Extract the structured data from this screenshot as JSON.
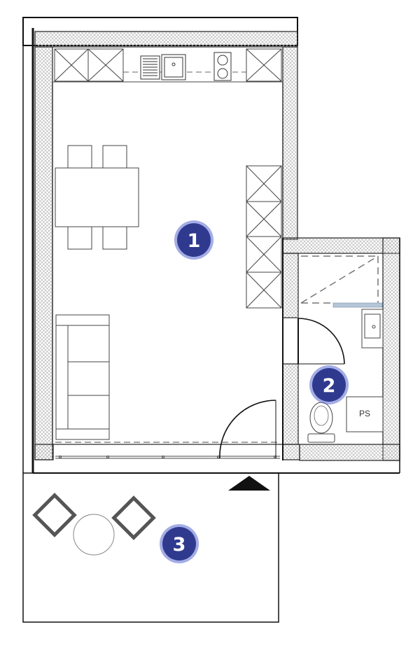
{
  "rooms": [
    {
      "id": "1",
      "label": "1"
    },
    {
      "id": "2",
      "label": "2"
    },
    {
      "id": "3",
      "label": "3"
    }
  ],
  "fixtures": {
    "ps_label": "PS"
  },
  "colors": {
    "badge": "#2f3a8f",
    "badge_rim": "#5565c9",
    "wall": "#111111",
    "hatch": "#9a9a9a",
    "shower_glass": "#9fb5cc"
  }
}
